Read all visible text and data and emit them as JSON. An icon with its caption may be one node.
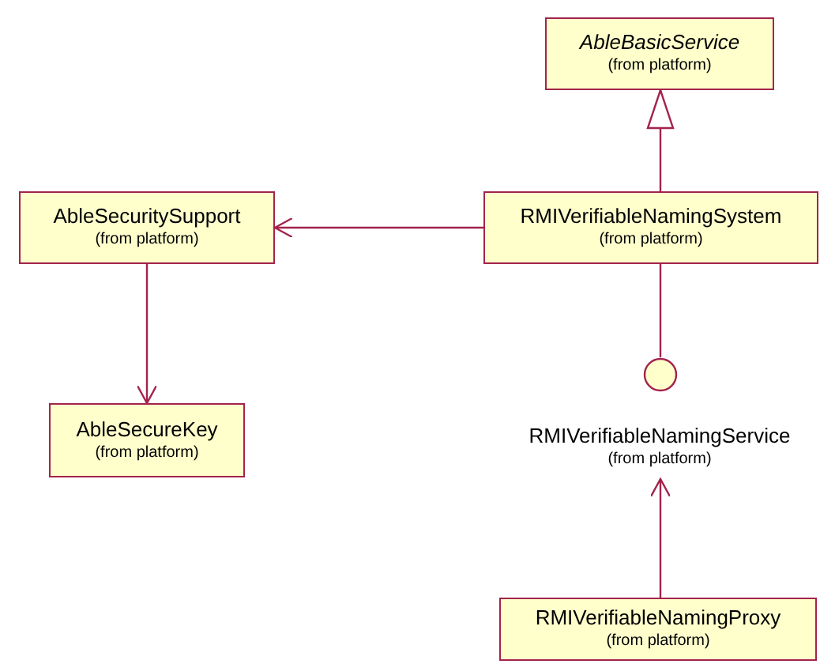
{
  "diagram": {
    "nodes": [
      {
        "text": [
          "AbleBasicService",
          "(from platform)"
        ]
      },
      {
        "text": [
          "AbleSecuritySupport",
          "(from platform)"
        ]
      },
      {
        "text": [
          "RMIVerifiableNamingSystem",
          "(from platform)"
        ]
      },
      {
        "text": [
          "AbleSecureKey",
          "(from platform)"
        ]
      },
      {
        "text": [
          "RMIVerifiableNamingService",
          "(from platform)"
        ]
      },
      {
        "text": [
          "RMIVerifiableNamingProxy",
          "(from platform)"
        ]
      }
    ],
    "edges": [
      {
        "from": 2,
        "to": 0,
        "arrow": "to"
      },
      {
        "from": 2,
        "to": 1,
        "arrow": "to"
      },
      {
        "from": 1,
        "to": 3,
        "arrow": "to"
      },
      {
        "from": 2,
        "to": 4,
        "arrow": "none"
      },
      {
        "from": 5,
        "to": 4,
        "arrow": "to"
      }
    ]
  }
}
